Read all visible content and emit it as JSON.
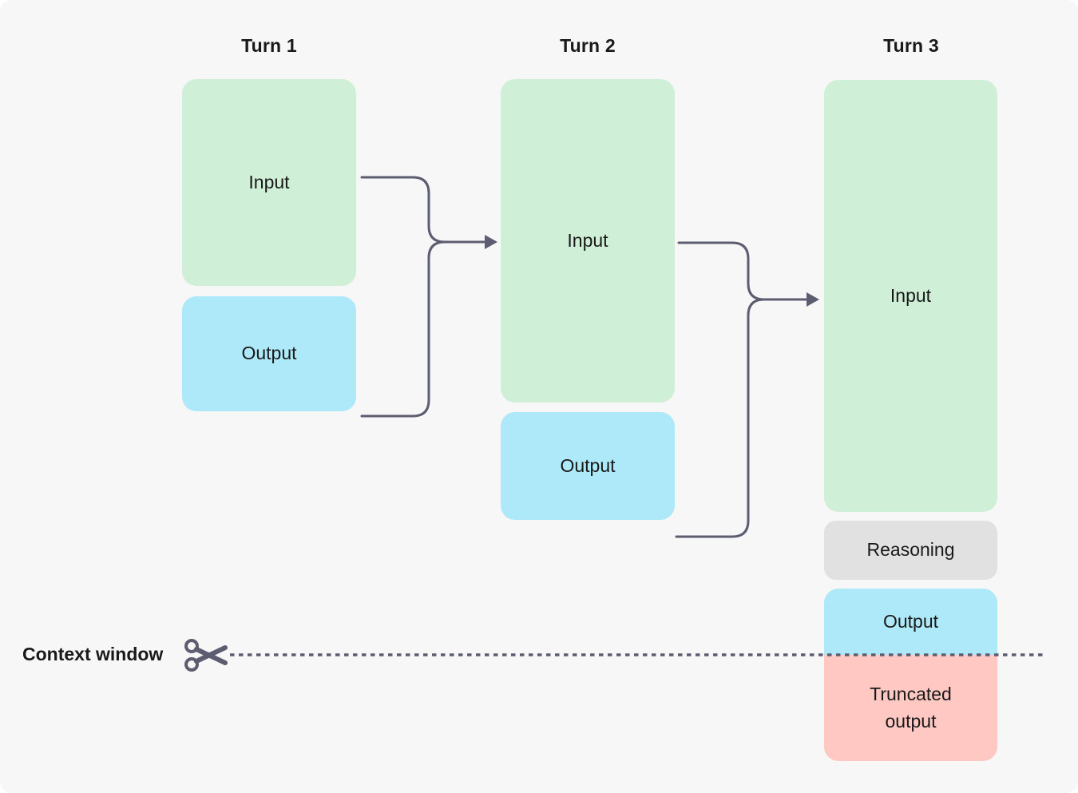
{
  "diagram": {
    "columns": [
      {
        "title": "Turn 1",
        "boxes": [
          {
            "label": "Input",
            "kind": "input"
          },
          {
            "label": "Output",
            "kind": "output"
          }
        ]
      },
      {
        "title": "Turn 2",
        "boxes": [
          {
            "label": "Input",
            "kind": "input"
          },
          {
            "label": "Output",
            "kind": "output"
          }
        ]
      },
      {
        "title": "Turn 3",
        "boxes": [
          {
            "label": "Input",
            "kind": "input"
          },
          {
            "label": "Reasoning",
            "kind": "reasoning"
          },
          {
            "label": "Output",
            "kind": "output"
          },
          {
            "label": "Truncated output",
            "kind": "truncated-output"
          }
        ]
      }
    ],
    "context_window": {
      "label": "Context window",
      "icon": "scissors-icon"
    },
    "connections": [
      {
        "from": "turn-1-input-and-output",
        "to": "turn-2-input",
        "type": "merge-arrow"
      },
      {
        "from": "turn-2-input-and-output",
        "to": "turn-3-input",
        "type": "merge-arrow"
      }
    ]
  },
  "colors": {
    "input_box": "#cff0d7",
    "output_box": "#ade9f8",
    "reasoning_box": "#e2e1e1",
    "truncated_box": "#ffc8c2",
    "line": "#5c5d70",
    "text": "#191919",
    "background": "#f7f7f8"
  }
}
